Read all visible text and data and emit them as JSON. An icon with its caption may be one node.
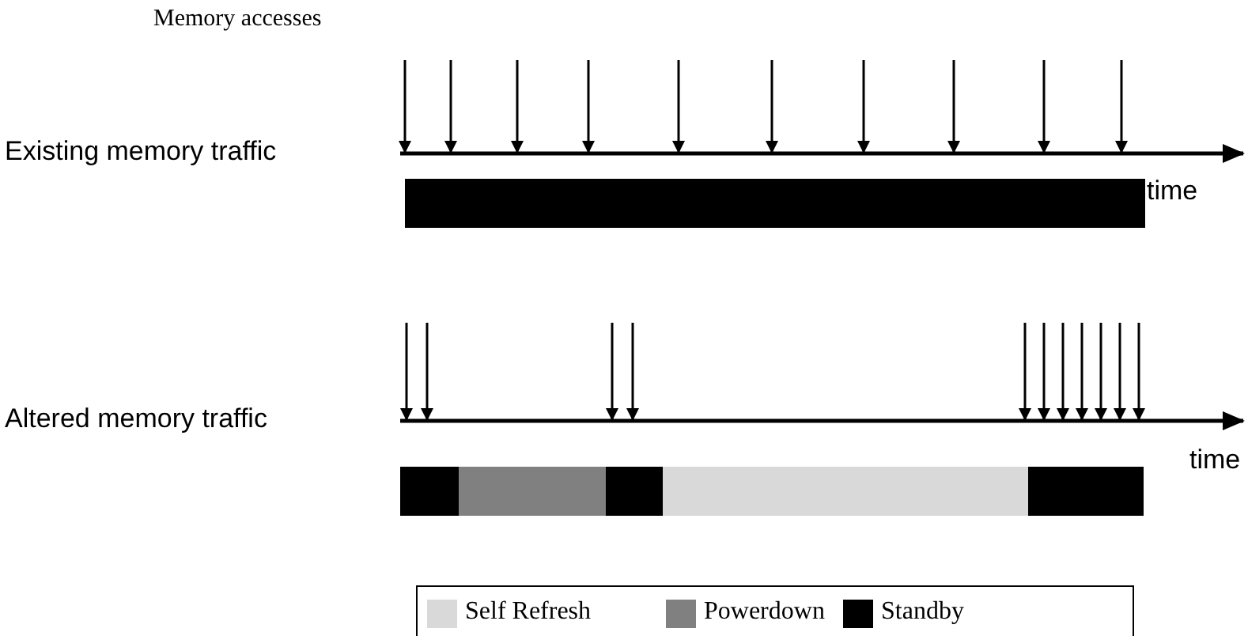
{
  "diagram": {
    "labels": [
      "Memory accesses",
      "Existing memory traffic",
      "time",
      "Altered memory traffic",
      "time"
    ],
    "legend": [
      {
        "text": "Self Refresh",
        "color": "#d9d9d9"
      },
      {
        "text": "Powerdown",
        "color": "#808080"
      },
      {
        "text": "Standby",
        "color": "#000000"
      }
    ]
  }
}
